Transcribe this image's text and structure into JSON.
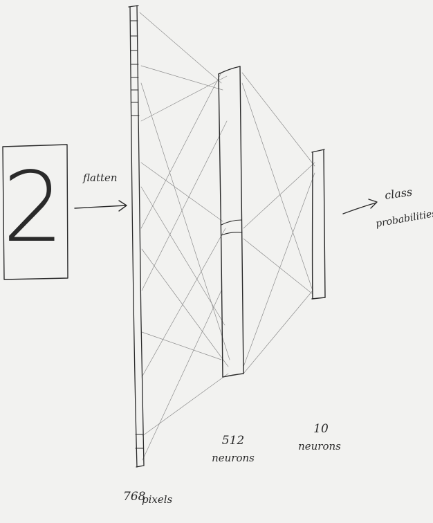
{
  "diagram": {
    "input_digit": "2",
    "flatten_label": "flatten",
    "layers": {
      "input": {
        "count": "768",
        "unit": "pixels"
      },
      "hidden": {
        "count": "512",
        "unit": "neurons"
      },
      "output": {
        "count": "10",
        "unit": "neurons"
      }
    },
    "output_label_line1": "class",
    "output_label_line2": "probabilities"
  },
  "colors": {
    "paper": "#f2f2f0",
    "ink": "#2a2a2a",
    "connection": "#8c8c8c"
  }
}
